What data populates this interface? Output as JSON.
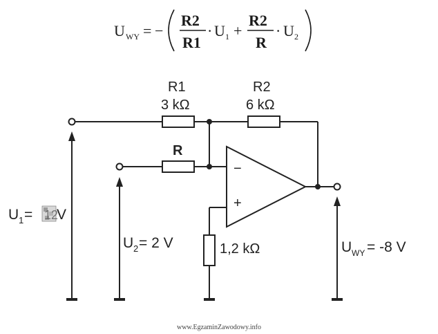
{
  "formula": {
    "lhs": "U",
    "lhs_sub": "WY",
    "equals": "=",
    "minus": "−",
    "term1_num": "R2",
    "term1_den": "R1",
    "term1_var": "U",
    "term1_var_sub": "1",
    "plus": "+",
    "term2_num": "R2",
    "term2_den": "R",
    "term2_var": "U",
    "term2_var_sub": "2",
    "dot": "·"
  },
  "components": {
    "r1_name": "R1",
    "r1_value": "3 kΩ",
    "r2_name": "R2",
    "r2_value": "6 kΩ",
    "r_name": "R",
    "rg_value": "1,2 kΩ",
    "minus_input": "−",
    "plus_input": "+"
  },
  "voltages": {
    "u1_main": "U",
    "u1_sub": "1",
    "u1_eq": "= ",
    "u1_value_obscured": "12",
    "u1_unit": "V",
    "u2_main": "U",
    "u2_sub": "2",
    "u2_rest": "= 2 V",
    "uwy_main": "U",
    "uwy_sub": "WY",
    "uwy_rest": "= -8 V"
  },
  "footer": {
    "watermark": "www.EgzaminZawodowy.info"
  }
}
